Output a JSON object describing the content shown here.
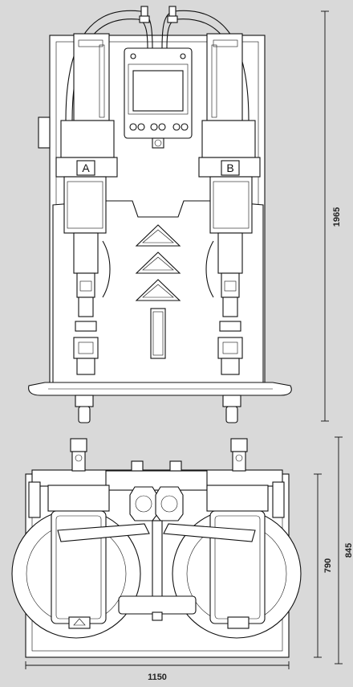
{
  "labels": {
    "label_a": "A",
    "label_b": "B"
  },
  "dimensions": {
    "height_front": "1965",
    "height_top_total": "845",
    "height_top_inner": "790",
    "width_total": "1150"
  },
  "colors": {
    "background": "#d9d9d9",
    "line": "#111111",
    "fill": "#ffffff"
  }
}
